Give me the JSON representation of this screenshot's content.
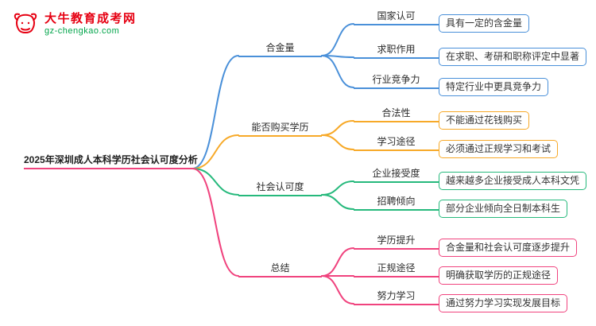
{
  "logo": {
    "site_name": "大牛教育成考网",
    "site_url": "gz-chengkao.com",
    "brand_color": "#e60012",
    "url_color": "#00a44a"
  },
  "root": {
    "label": "2025年深圳成人本科学历社会认可度分析"
  },
  "branch_colors": {
    "blue": "#4a90d9",
    "orange": "#f7a928",
    "green": "#26b97c",
    "pink": "#f0437e"
  },
  "branches": [
    {
      "label": "合金量",
      "color": "#4a90d9",
      "children": [
        {
          "label": "国家认可",
          "leaf": "具有一定的含金量"
        },
        {
          "label": "求职作用",
          "leaf": "在求职、考研和职称评定中显著"
        },
        {
          "label": "行业竞争力",
          "leaf": "特定行业中更具竞争力"
        }
      ]
    },
    {
      "label": "能否购买学历",
      "color": "#f7a928",
      "children": [
        {
          "label": "合法性",
          "leaf": "不能通过花钱购买"
        },
        {
          "label": "学习途径",
          "leaf": "必须通过正规学习和考试"
        }
      ]
    },
    {
      "label": "社会认可度",
      "color": "#26b97c",
      "children": [
        {
          "label": "企业接受度",
          "leaf": "越来越多企业接受成人本科文凭"
        },
        {
          "label": "招聘倾向",
          "leaf": "部分企业倾向全日制本科生"
        }
      ]
    },
    {
      "label": "总结",
      "color": "#f0437e",
      "children": [
        {
          "label": "学历提升",
          "leaf": "合金量和社会认可度逐步提升"
        },
        {
          "label": "正规途径",
          "leaf": "明确获取学历的正规途径"
        },
        {
          "label": "努力学习",
          "leaf": "通过努力学习实现发展目标"
        }
      ]
    }
  ]
}
